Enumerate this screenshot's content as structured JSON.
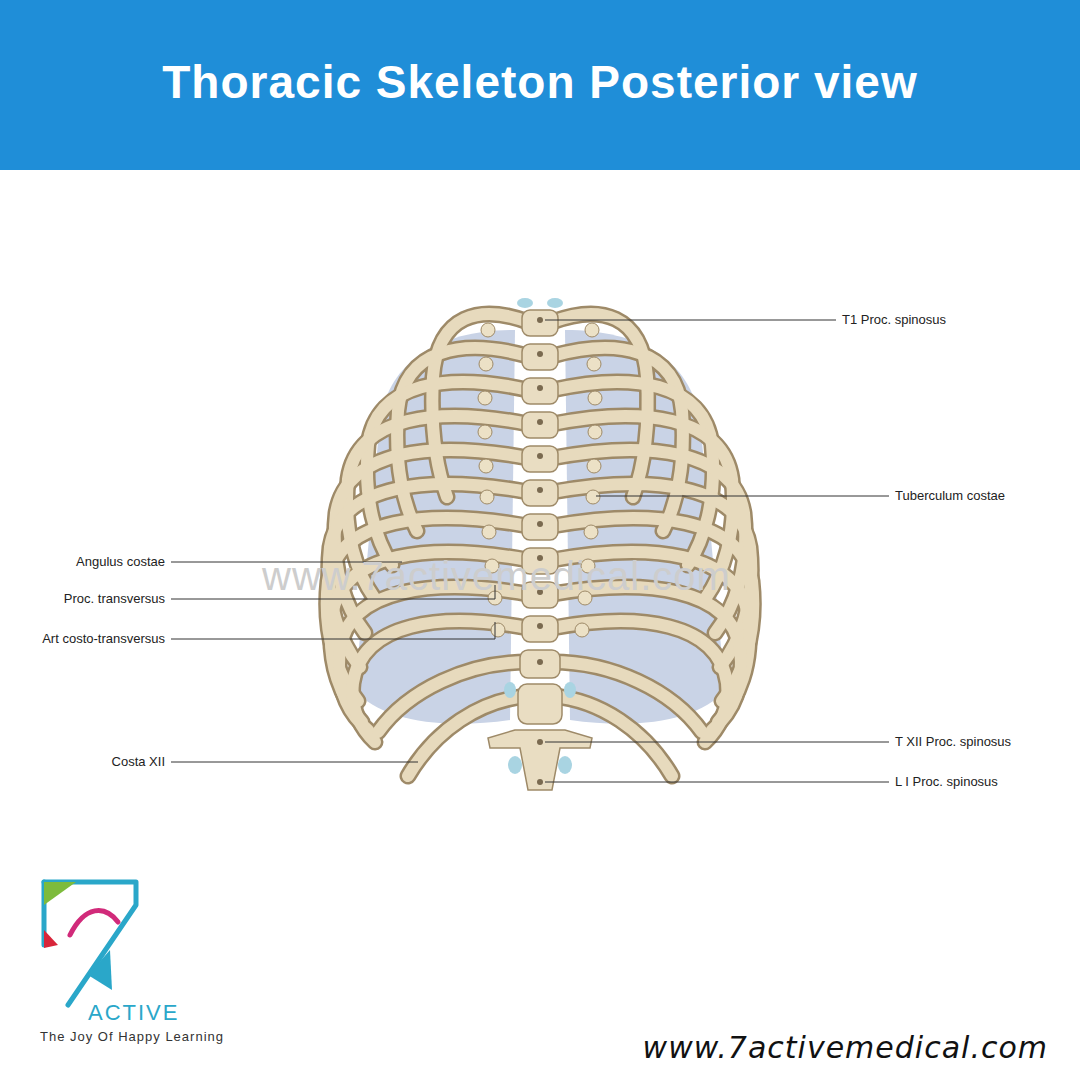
{
  "diagram": {
    "title": "Thoracic Skeleton Posterior view",
    "labels": [
      "T1 Proc. spinosus",
      "Tuberculum costae",
      "Angulus costae",
      "Proc. transversus",
      "Art costo-transversus",
      "Costa XII",
      "T XII Proc. spinosus",
      "L I Proc. spinosus",
      "www.7activemedical.com",
      "ACTIVE",
      "The Joy Of Happy Learning",
      "www.7activemedical.com"
    ]
  }
}
